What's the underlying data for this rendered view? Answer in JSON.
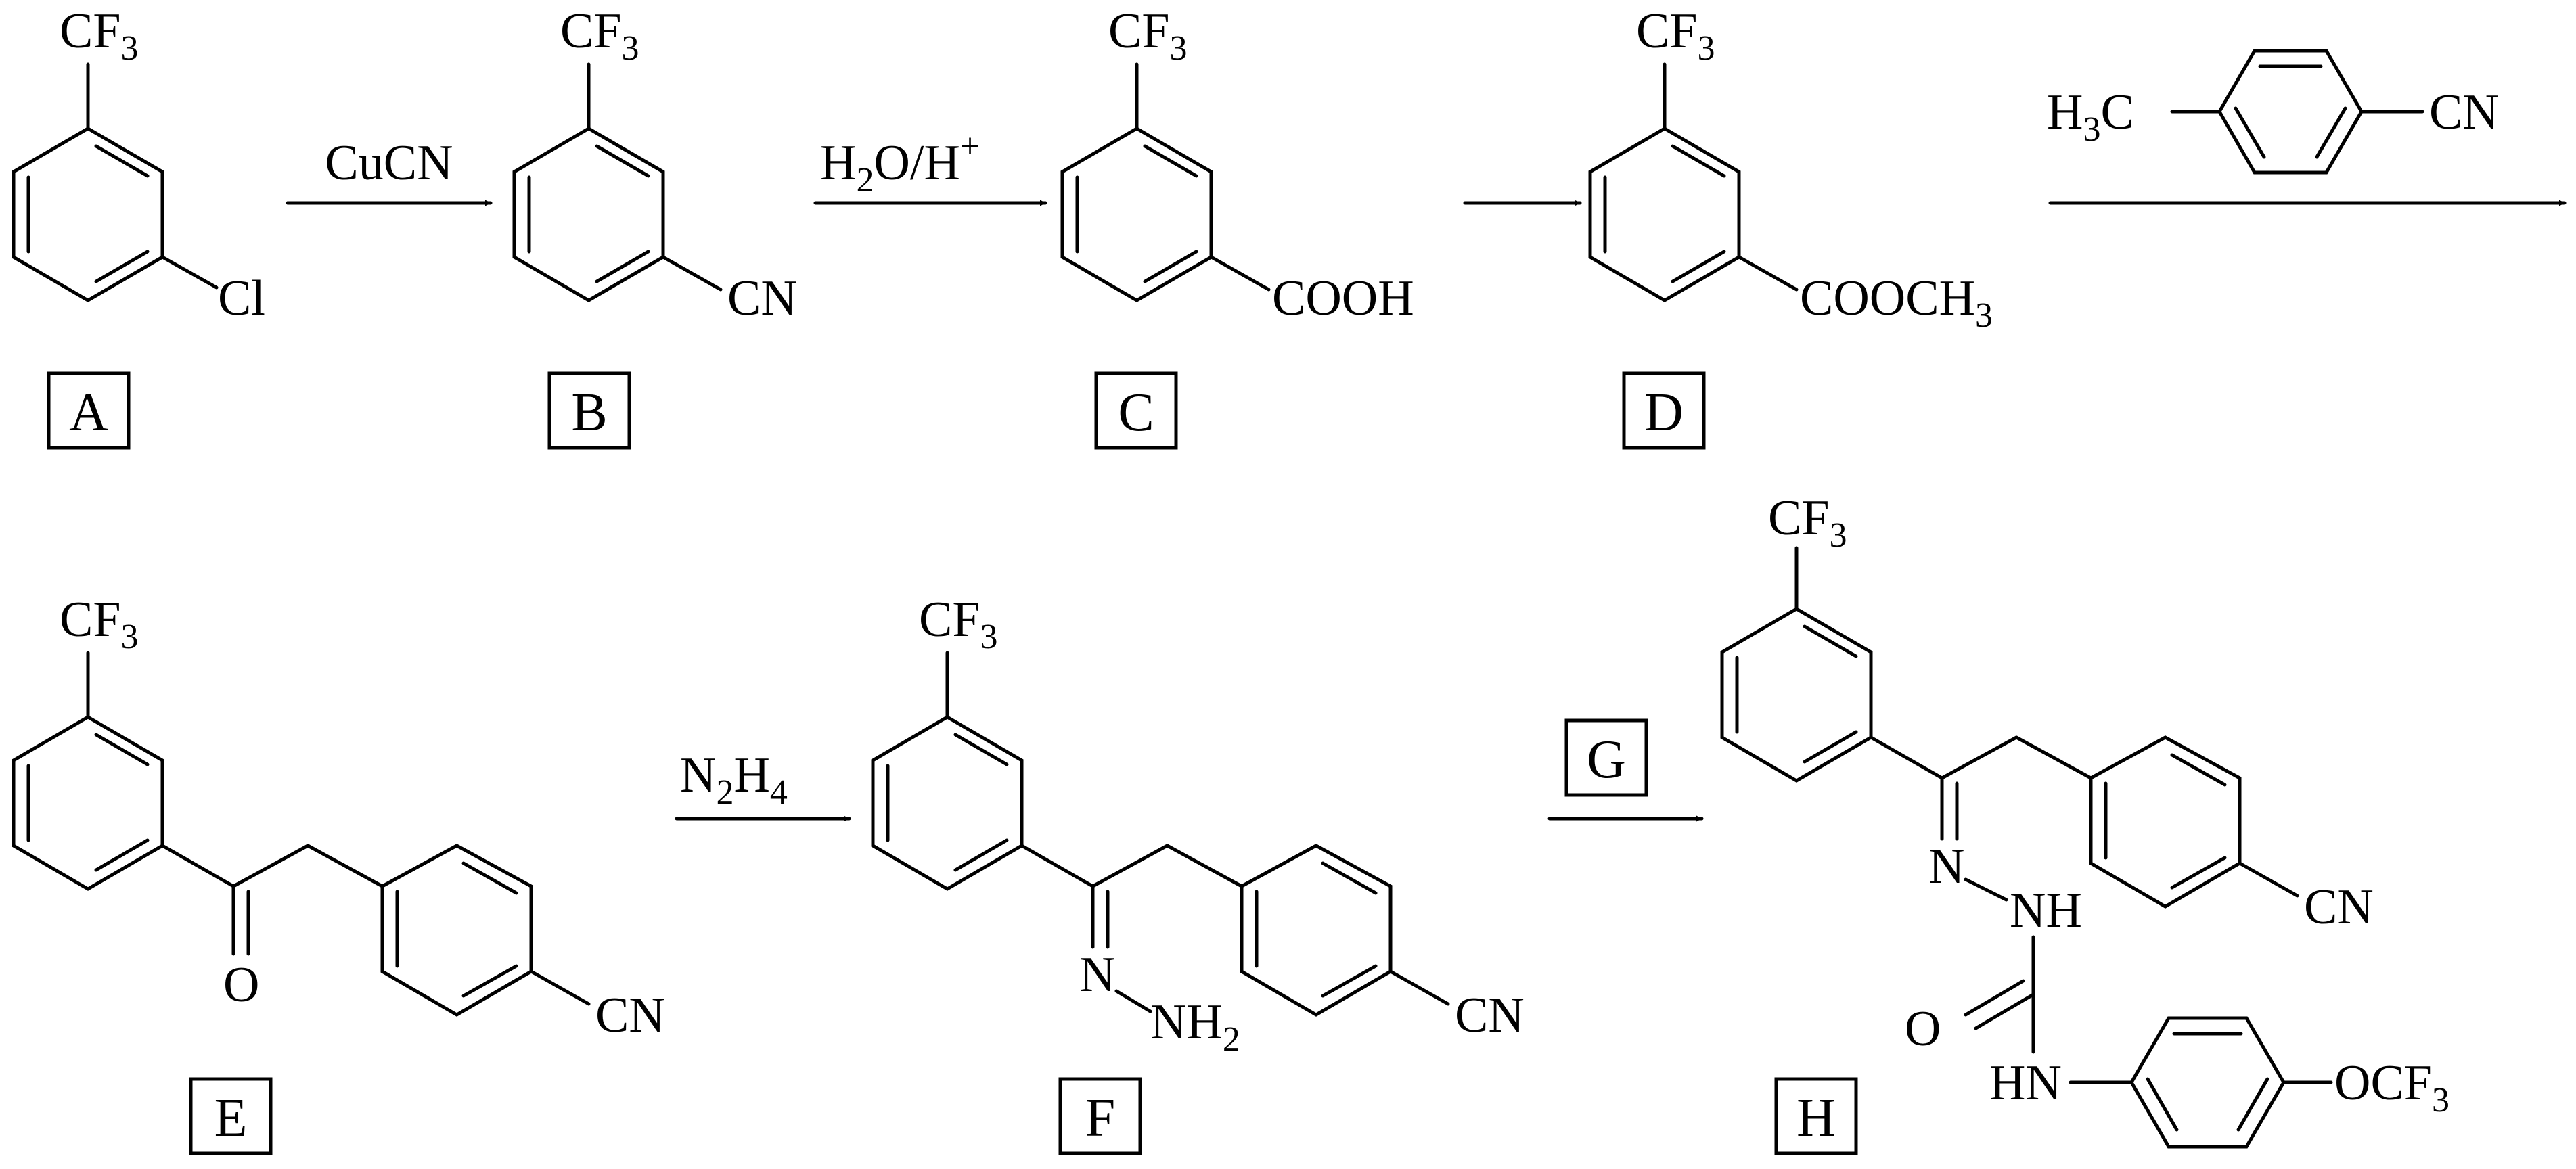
{
  "scheme": {
    "compounds": [
      {
        "id": "A",
        "label": "A",
        "substituents": [
          "CF3",
          "Cl"
        ]
      },
      {
        "id": "B",
        "label": "B",
        "substituents": [
          "CF3",
          "CN"
        ]
      },
      {
        "id": "C",
        "label": "C",
        "substituents": [
          "CF3",
          "COOH"
        ]
      },
      {
        "id": "D",
        "label": "D",
        "substituents": [
          "CF3",
          "COOCH3"
        ]
      },
      {
        "id": "E",
        "label": "E",
        "substituents": [
          "CF3",
          "O",
          "CN"
        ]
      },
      {
        "id": "F",
        "label": "F",
        "substituents": [
          "CF3",
          "N",
          "NH2",
          "CN"
        ]
      },
      {
        "id": "H",
        "label": "H",
        "substituents": [
          "CF3",
          "N",
          "NH",
          "O",
          "HN",
          "CN",
          "OCF3"
        ]
      }
    ],
    "reagents": {
      "a_to_b": "CuCN",
      "b_to_c": "H2O/H+",
      "c_to_d": "",
      "d_to_e": "H3C–C6H4–CN",
      "e_to_f": "N2H4",
      "f_to_h": "G"
    },
    "reagent_g_label": "G"
  }
}
